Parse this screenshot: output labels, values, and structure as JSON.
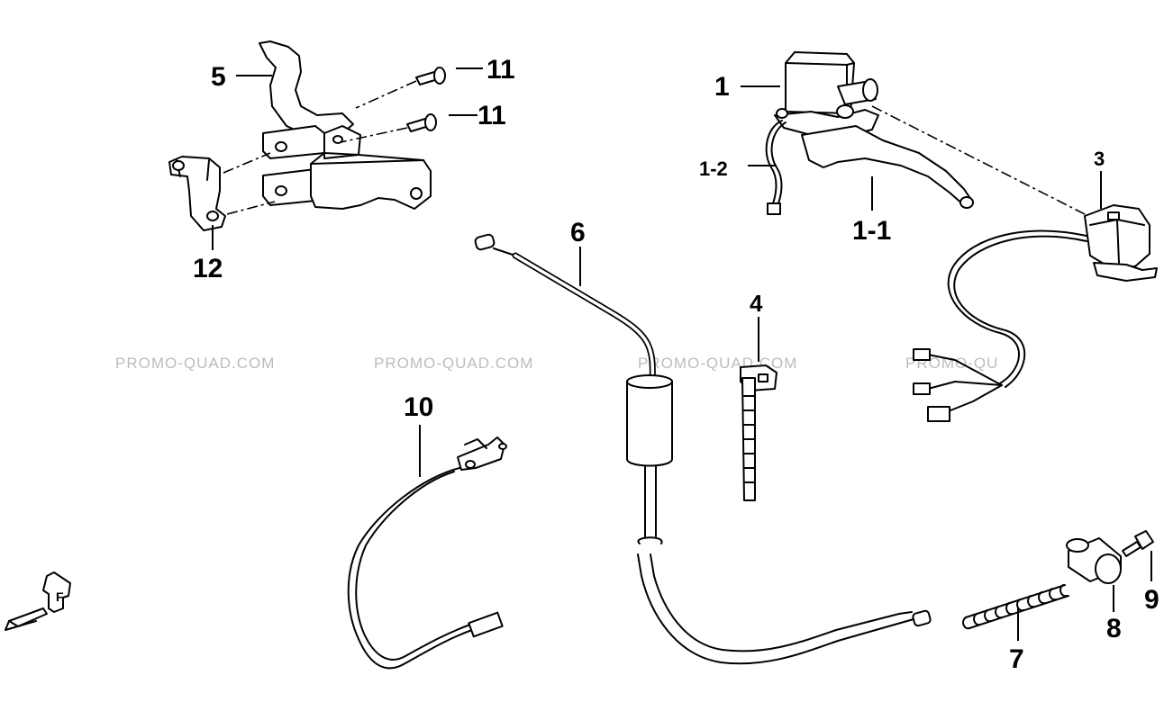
{
  "watermark": {
    "text_1": "PROMO-QUAD.COM",
    "text_2": "PROMO-QUAD.COM",
    "text_3": "PROMO-QUAD.COM",
    "text_4": "PROMO-QU"
  },
  "callouts": {
    "c1": "1",
    "c1_1": "1-1",
    "c1_2": "1-2",
    "c3": "3",
    "c4": "4",
    "c5": "5",
    "c6": "6",
    "c7": "7",
    "c8": "8",
    "c9": "9",
    "c10": "10",
    "c11a": "11",
    "c11b": "11",
    "c12": "12"
  },
  "direction_marker": {
    "label": "F",
    "icon": "front-direction-arrow-icon"
  },
  "colors": {
    "line": "#000000",
    "watermark": "#bcbcbc",
    "background": "#ffffff"
  }
}
